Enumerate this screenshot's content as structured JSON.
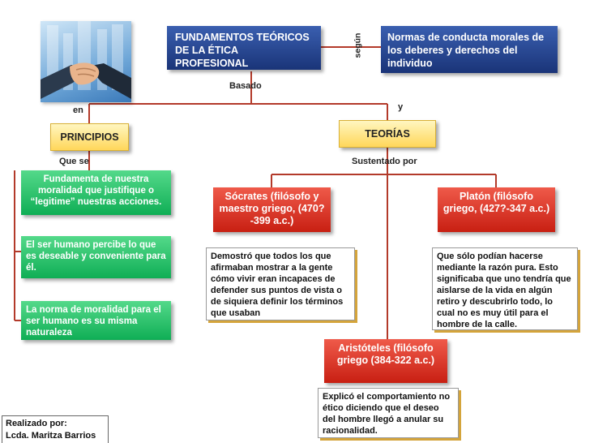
{
  "main": {
    "title_line1": "FUNDAMENTOS TEÓRICOS",
    "title_line2": "DE LA ÉTICA PROFESIONAL"
  },
  "norms": {
    "text": "Normas de conducta morales de los deberes y derechos del individuo"
  },
  "connectors": {
    "segun": "según",
    "basado": "Basado",
    "en": "en",
    "y": "y",
    "que_se": "Que se",
    "sustentado_por": "Sustentado por"
  },
  "principios": {
    "label": "PRINCIPIOS",
    "items": [
      "Fundamenta de nuestra moralidad que justifique o “legitime” nuestras acciones.",
      "El ser humano percibe lo que es deseable y conveniente para él.",
      "La norma de moralidad para el ser humano es su misma naturaleza"
    ]
  },
  "teorias": {
    "label": "TEORÍAS",
    "socrates": {
      "name": "Sócrates (filósofo y maestro griego, (470?-399 a.c.)",
      "desc": "Demostró que todos los que afirmaban mostrar a la gente cómo vivir eran incapaces de defender sus puntos de vista o de siquiera definir los términos que usaban"
    },
    "platon": {
      "name": "Platón (filósofo griego, (427?-347 a.c.)",
      "desc": "Que sólo podían hacerse mediante la razón pura. Esto significaba que uno tendría que aislarse de la vida en algún retiro y descubrirlo todo, lo cual no es muy útil para el hombre de la calle."
    },
    "aristoteles": {
      "name": "Aristóteles (filósofo griego (384-322 a.c.)",
      "desc": "Explicó el comportamiento no ético diciendo que el deseo del hombre llegó a anular su racionalidad."
    }
  },
  "credit": {
    "line1": "Realizado por:",
    "line2": "Lcda. Maritza Barrios"
  },
  "colors": {
    "yellow": "#ffd75a",
    "green": "#0fae55",
    "red": "#c81f12",
    "navy": "#1a3478"
  },
  "image": {
    "icon": "handshake-icon"
  }
}
